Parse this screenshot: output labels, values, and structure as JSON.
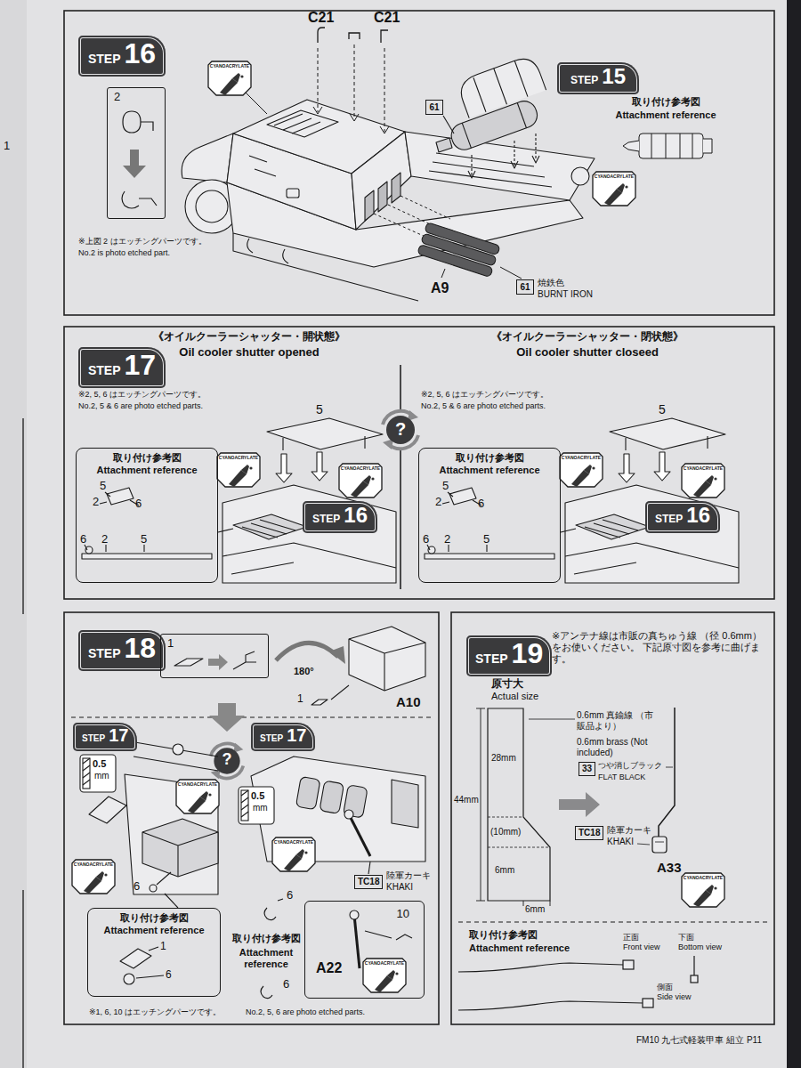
{
  "diagram": {
    "nodes": [
      {
        "text": [
          "STEP",
          "16"
        ]
      },
      {
        "text": [
          "STEP",
          "15"
        ]
      },
      {
        "text": [
          "2"
        ]
      },
      {
        "text": [
          "61"
        ]
      },
      {
        "text": [
          "61"
        ]
      },
      {
        "text": [
          "STEP",
          "17"
        ]
      },
      {
        "text": [
          "取り付け参考図",
          "Attachment reference"
        ]
      },
      {
        "text": [
          "STEP",
          "16"
        ]
      },
      {
        "text": [
          "取り付け参考図",
          "Attachment reference"
        ]
      },
      {
        "text": [
          "STEP",
          "16"
        ]
      },
      {
        "text": [
          "STEP",
          "18"
        ]
      },
      {
        "text": [
          "1"
        ]
      },
      {
        "text": [
          "STEP",
          "17"
        ]
      },
      {
        "text": [
          "STEP",
          "17"
        ]
      },
      {
        "text": [
          "TC18"
        ]
      },
      {
        "text": [
          "取り付け参考図",
          "Attachment reference"
        ]
      },
      {
        "text": [
          "A22",
          "10"
        ]
      },
      {
        "text": [
          "STEP",
          "19"
        ]
      },
      {
        "text": [
          "33"
        ]
      },
      {
        "text": [
          "TC18"
        ]
      }
    ],
    "labels": [
      "1",
      "C21",
      "C21",
      "※上図 2 はエッチングパーツです。",
      "No.2 is photo etched part.",
      "取り付け参考図",
      "Attachment reference",
      "A9",
      "焼鉄色",
      "BURNT IRON",
      "《オイルクーラーシャッター・開状態》",
      "Oil cooler shutter opened",
      "《オイルクーラーシャッター・閉状態》",
      "Oil cooler shutter closeed",
      "※2, 5, 6 はエッチングパーツです。",
      "No.2, 5 & 6 are photo etched parts.",
      "※2, 5, 6 はエッチングパーツです。",
      "No.2, 5 & 6 are photo etched parts.",
      "5",
      "5",
      "5",
      "2",
      "6",
      "6",
      "2",
      "5",
      "5",
      "2",
      "6",
      "6",
      "2",
      "5",
      "1",
      "180°",
      "A10",
      "0.5",
      "mm",
      "6",
      "1",
      "6",
      "0.5",
      "mm",
      "陸軍カーキ",
      "KHAKI",
      "6",
      "取り付け参考図",
      "Attachment reference",
      "6",
      "※1, 6, 10 はエッチングパーツです。",
      "No.2, 5, 6 are photo etched parts.",
      "※アンテナ線は市販の真ちゅう線 （径 0.6mm）をお使いください。 下記原寸図を参考に曲げます。",
      "原寸大",
      "Actual size",
      "0.6mm 真鍮線 （市販品より）",
      "0.6mm brass (Not included)",
      "28mm",
      "44mm",
      "(10mm)",
      "6mm",
      "6mm",
      "つや消しブラック",
      "FLAT BLACK",
      "陸軍カーキ",
      "KHAKI",
      "A33",
      "取り付け参考図",
      "Attachment reference",
      "正面",
      "Front view",
      "下面",
      "Bottom view",
      "側面",
      "Side view",
      "FM10 九七式軽装甲車 組立 P11",
      "CYANOACRYLATE",
      "CYANOACRYLATE",
      "CYANOACRYLATE",
      "CYANOACRYLATE",
      "CYANOACRYLATE",
      "CYANOACRYLATE",
      "CYANOACRYLATE",
      "CYANOACRYLATE",
      "CYANOACRYLATE",
      "CYANOACRYLATE",
      "CYANOACRYLATE",
      "?",
      "?"
    ]
  }
}
